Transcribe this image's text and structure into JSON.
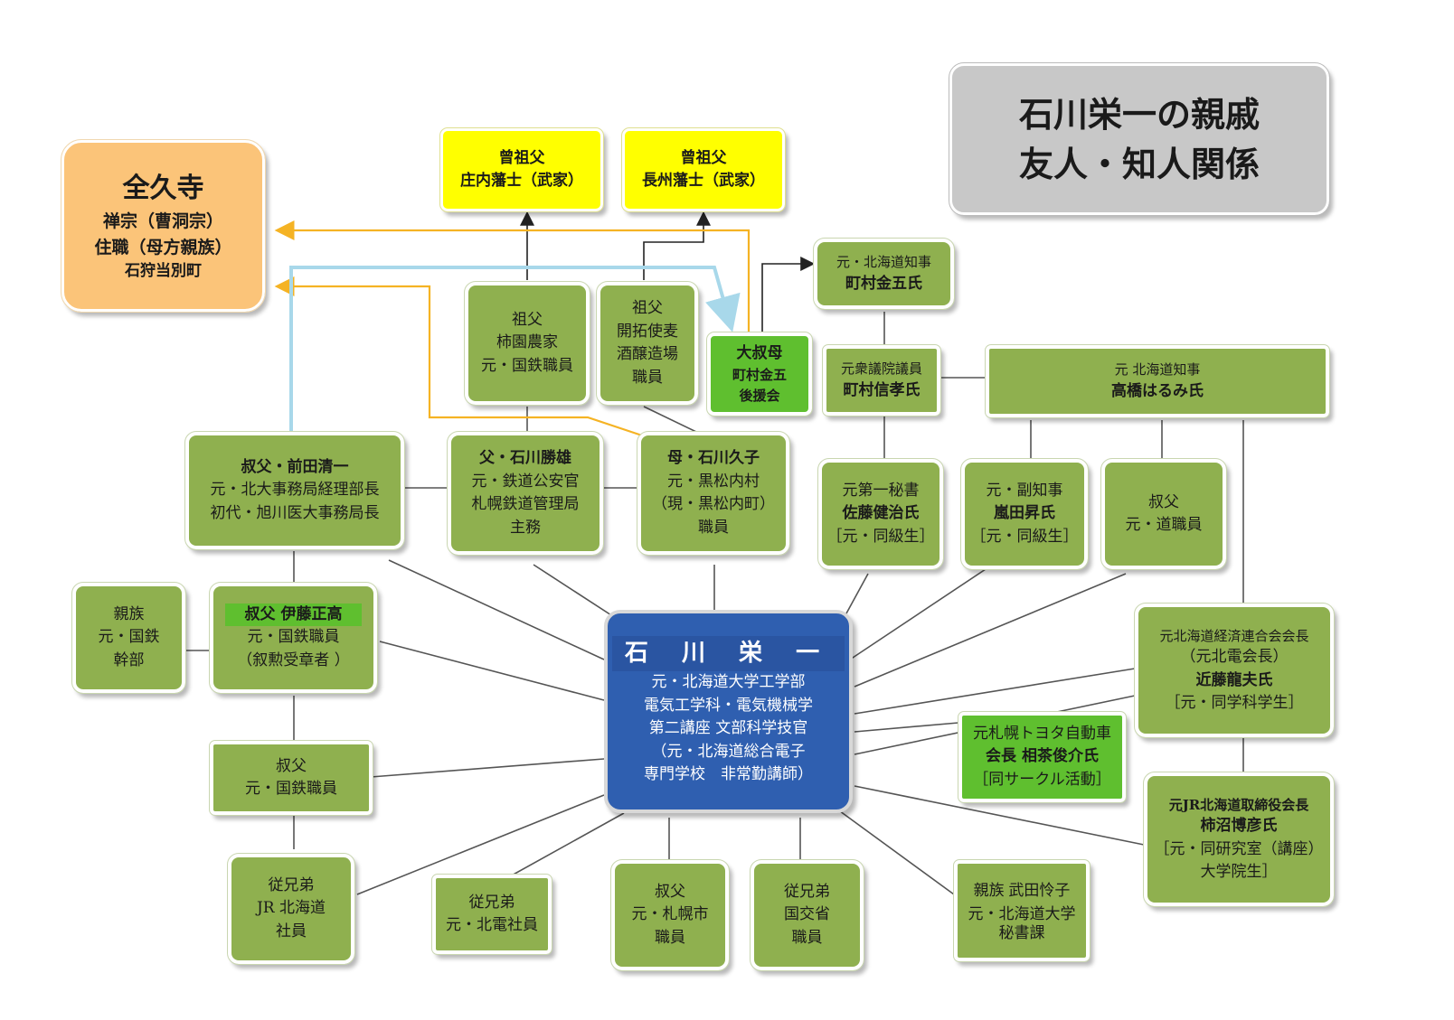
{
  "title": {
    "line1": "石川栄一の親戚",
    "line2": "友人・知人関係"
  },
  "temple": {
    "name": "全久寺",
    "sect": "禅宗（曹洞宗）",
    "role": "住職（母方親族）",
    "place": "石狩当別町"
  },
  "ggf1": {
    "line1": "曾祖父",
    "line2": "庄内藩士（武家）"
  },
  "ggf2": {
    "line1": "曾祖父",
    "line2": "長州藩士（武家）"
  },
  "gf1": {
    "line1": "祖父",
    "line2": "柿園農家",
    "line3": "元・国鉄職員"
  },
  "gf2": {
    "line1": "祖父",
    "line2": "開拓使麦",
    "line3": "酒醸造場",
    "line4": "職員"
  },
  "greataunt": {
    "line1": "大叔母",
    "line2": "町村金五",
    "line3": "後援会"
  },
  "machimura_kingo": {
    "line1": "元・北海道知事",
    "line2": "町村金五氏"
  },
  "machimura_nobutaka": {
    "line1": "元衆議院議員",
    "line2": "町村信孝氏"
  },
  "takahashi": {
    "line1": "元 北海道知事",
    "line2": "高橋はるみ氏"
  },
  "uncle_maeda": {
    "line1": "叔父・前田清一",
    "line2": "元・北大事務局経理部長",
    "line3": "初代・旭川医大事務局長"
  },
  "father": {
    "line1": "父・石川勝雄",
    "line2": "元・鉄道公安官",
    "line3": "札幌鉄道管理局",
    "line4": "主務"
  },
  "mother": {
    "line1": "母・石川久子",
    "line2": "元・黒松内村",
    "line3": "（現・黒松内町）",
    "line4": "職員"
  },
  "sato": {
    "line1": "元第一秘書",
    "line2": "佐藤健治氏",
    "line3": "［元・同級生］"
  },
  "arashida": {
    "line1": "元・副知事",
    "line2": "嵐田昇氏",
    "line3": "［元・同級生］"
  },
  "uncle_do": {
    "line1": "叔父",
    "line2": "元・道職員"
  },
  "relative_kankobu": {
    "line1": "親族",
    "line2": "元・国鉄",
    "line3": "幹部"
  },
  "uncle_ito": {
    "line1": "叔父 伊藤正高",
    "line2": "元・国鉄職員",
    "line3": "（叙勲受章者 ）"
  },
  "center": {
    "name": "石 川 栄 一",
    "line1": "元・北海道大学工学部",
    "line2": "電気工学科・電気機械学",
    "line3": "第二講座 文部科学技官",
    "line4": "（元・北海道総合電子",
    "line5": "専門学校　非常勤講師）"
  },
  "kondo": {
    "line1": "元北海道経済連合会会長",
    "line2": "（元北電会長）",
    "line3": "近藤龍夫氏",
    "line4": "［元・同学科学生］"
  },
  "aicha": {
    "line1": "元札幌トヨタ自動車",
    "line2": "会長 相茶俊介氏",
    "line3": "［同サークル活動］"
  },
  "kakinuma": {
    "line1": "元JR北海道取締役会長",
    "line2": "柿沼博彦氏",
    "line3": "［元・同研究室（講座）",
    "line4": "大学院生］"
  },
  "uncle_kokutetsu": {
    "line1": "叔父",
    "line2": "元・国鉄職員"
  },
  "cousin_jr": {
    "line1": "従兄弟",
    "line2": "JR 北海道",
    "line3": "社員"
  },
  "cousin_hokuden": {
    "line1": "従兄弟",
    "line2": "元・北電社員"
  },
  "uncle_sapporo": {
    "line1": "叔父",
    "line2": "元・札幌市",
    "line3": "職員"
  },
  "cousin_kokko": {
    "line1": "従兄弟",
    "line2": "国交省",
    "line3": "職員"
  },
  "takeda": {
    "line1": "親族 武田怜子",
    "line2": "元・北海道大学",
    "line3": "秘書課"
  },
  "colors": {
    "node_green": "#8fb04f",
    "center_blue": "#2f5fb0",
    "highlight_green": "#5fbf2f",
    "ancestor_yellow": "#ffff00",
    "temple_orange": "#fbc479",
    "title_grey": "#c8c8c8",
    "link_orange": "#f5b324",
    "link_lightblue": "#a8d8ea"
  }
}
